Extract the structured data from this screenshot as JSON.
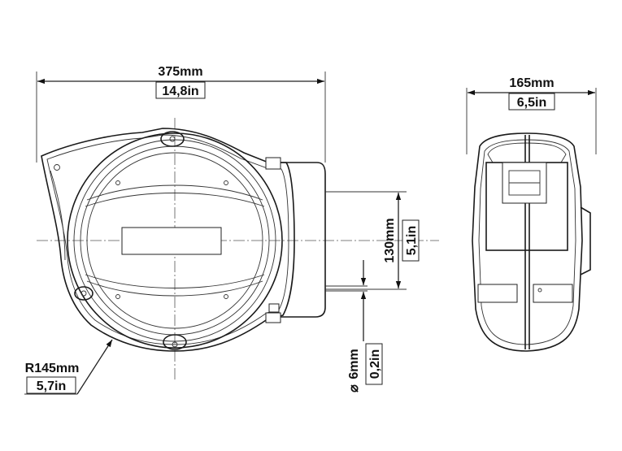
{
  "dimensions": {
    "width_mm": "375mm",
    "width_in": "14,8in",
    "depth_mm": "165mm",
    "depth_in": "6,5in",
    "height_mm": "130mm",
    "height_in": "5,1in",
    "radius_mm": "R145mm",
    "radius_in": "5,7in",
    "hose_mm": "6mm",
    "hose_in": "0,2in",
    "diameter_symbol": "⌀"
  },
  "colors": {
    "line": "#1a1a1a",
    "background": "#ffffff"
  }
}
